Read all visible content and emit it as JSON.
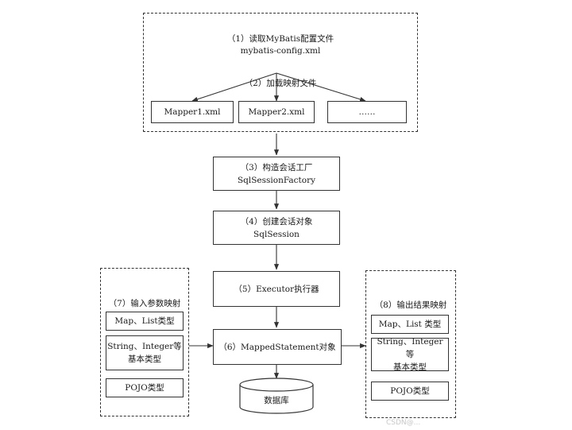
{
  "config_group": {
    "step1_title": "（1）读取MyBatis配置文件",
    "step1_file": "mybatis-config.xml",
    "step2_title": "（2）加载映射文件",
    "mappers": [
      "Mapper1.xml",
      "Mapper2.xml",
      "……"
    ]
  },
  "steps": {
    "step3_title": "（3）构造会话工厂",
    "step3_name": "SqlSessionFactory",
    "step4_title": "（4）创建会话对象",
    "step4_name": "SqlSession",
    "step5_title": "（5）Executor执行器",
    "step6_title": "（6）MappedStatement对象",
    "database": "数据库"
  },
  "input_mapping": {
    "title": "（7）输入参数映射",
    "types": [
      "Map、List类型",
      "String、Integer等",
      "基本类型",
      "POJO类型"
    ]
  },
  "output_mapping": {
    "title": "（8）输出结果映射",
    "types": [
      "Map、List 类型",
      "String、Integer 等",
      "基本类型",
      "POJO类型"
    ]
  },
  "watermark": "CSDN@..."
}
